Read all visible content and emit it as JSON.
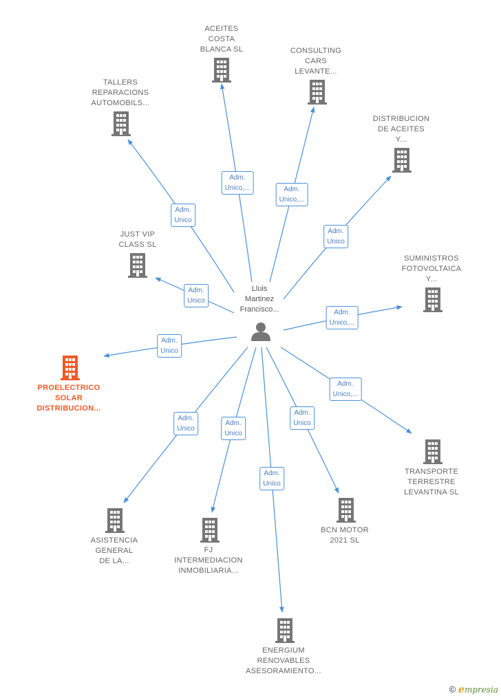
{
  "colors": {
    "edge": "#4a90d9",
    "building": "#767676",
    "building_highlight": "#f05a28",
    "person": "#767676"
  },
  "center": {
    "label": "Lluis\nMartinez\nFrancisco...",
    "icon": "person-icon"
  },
  "nodes": [
    {
      "id": "aceites",
      "label": "ACEITES\nCOSTA\nBLANCA  SL",
      "icon": "building-icon"
    },
    {
      "id": "consulting",
      "label": "CONSULTING\nCARS\nLEVANTE...",
      "icon": "building-icon"
    },
    {
      "id": "talleres",
      "label": "TALLERS\nREPARACIONS\nAUTOMOBILS...",
      "icon": "building-icon"
    },
    {
      "id": "distribucion",
      "label": "DISTRIBUCION\nDE ACEITES\nY...",
      "icon": "building-icon"
    },
    {
      "id": "justvip",
      "label": "JUST VIP\nCLASS  SL",
      "icon": "building-icon"
    },
    {
      "id": "suministros",
      "label": "SUMINISTROS\nFOTOVOLTAICA\nY...",
      "icon": "building-icon"
    },
    {
      "id": "proelectrico",
      "label": "PROELECTRICO\nSOLAR\nDISTRIBUCION...",
      "icon": "building-icon",
      "highlight": true
    },
    {
      "id": "transporte",
      "label": "TRANSPORTE\nTERRESTRE\nLEVANTINA  SL",
      "icon": "building-icon"
    },
    {
      "id": "asistencia",
      "label": "ASISTENCIA\nGENERAL\nDE LA...",
      "icon": "building-icon"
    },
    {
      "id": "fj",
      "label": "FJ\nINTERMEDIACION\nINMOBILIARIA...",
      "icon": "building-icon"
    },
    {
      "id": "bcn",
      "label": "BCN MOTOR\n2021  SL",
      "icon": "building-icon"
    },
    {
      "id": "energium",
      "label": "ENERGIUM\nRENOVABLES\nASESORAMIENTO...",
      "icon": "building-icon"
    }
  ],
  "edges": [
    {
      "to": "aceites",
      "label": "Adm.\nUnico,..."
    },
    {
      "to": "consulting",
      "label": "Adm.\nUnico,..."
    },
    {
      "to": "talleres",
      "label": "Adm.\nUnico"
    },
    {
      "to": "distribucion",
      "label": "Adm.\nUnico"
    },
    {
      "to": "justvip",
      "label": "Adm.\nUnico"
    },
    {
      "to": "suministros",
      "label": "Adm.\nUnico,..."
    },
    {
      "to": "proelectrico",
      "label": "Adm.\nUnico"
    },
    {
      "to": "transporte",
      "label": "Adm.\nUnico,..."
    },
    {
      "to": "asistencia",
      "label": "Adm.\nUnico"
    },
    {
      "to": "fj",
      "label": "Adm.\nUnico"
    },
    {
      "to": "bcn",
      "label": "Adm.\nUnico"
    },
    {
      "to": "energium",
      "label": "Adm.\nUnico"
    }
  ],
  "footer": {
    "copyright": "©",
    "brand_initial": "e",
    "brand_rest": "mpresia"
  }
}
